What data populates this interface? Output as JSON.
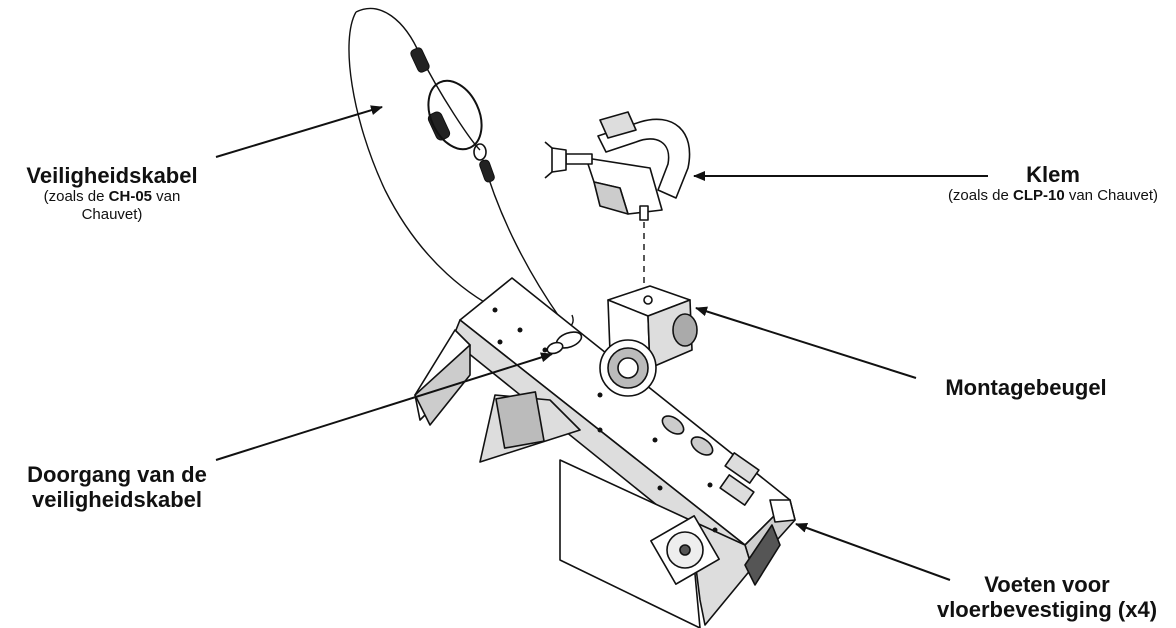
{
  "labels": {
    "safety_cable": {
      "title": "Veiligheidskabel",
      "sub_pre": "(zoals de ",
      "sub_bold": "CH-05",
      "sub_post": " van",
      "sub_line2": "Chauvet)"
    },
    "clamp": {
      "title": "Klem",
      "sub_pre": "(zoals de ",
      "sub_bold": "CLP-10",
      "sub_post": " van Chauvet)"
    },
    "mounting_bracket": {
      "title": "Montagebeugel"
    },
    "cable_passage": {
      "line1": "Doorgang van de",
      "line2": "veiligheidskabel"
    },
    "floor_feet": {
      "line1": "Voeten voor",
      "line2": "vloerbevestiging (x4)"
    }
  },
  "colors": {
    "ink": "#111111",
    "body": "#ffffff",
    "shade": "#cfcfcf",
    "dark": "#555555"
  }
}
